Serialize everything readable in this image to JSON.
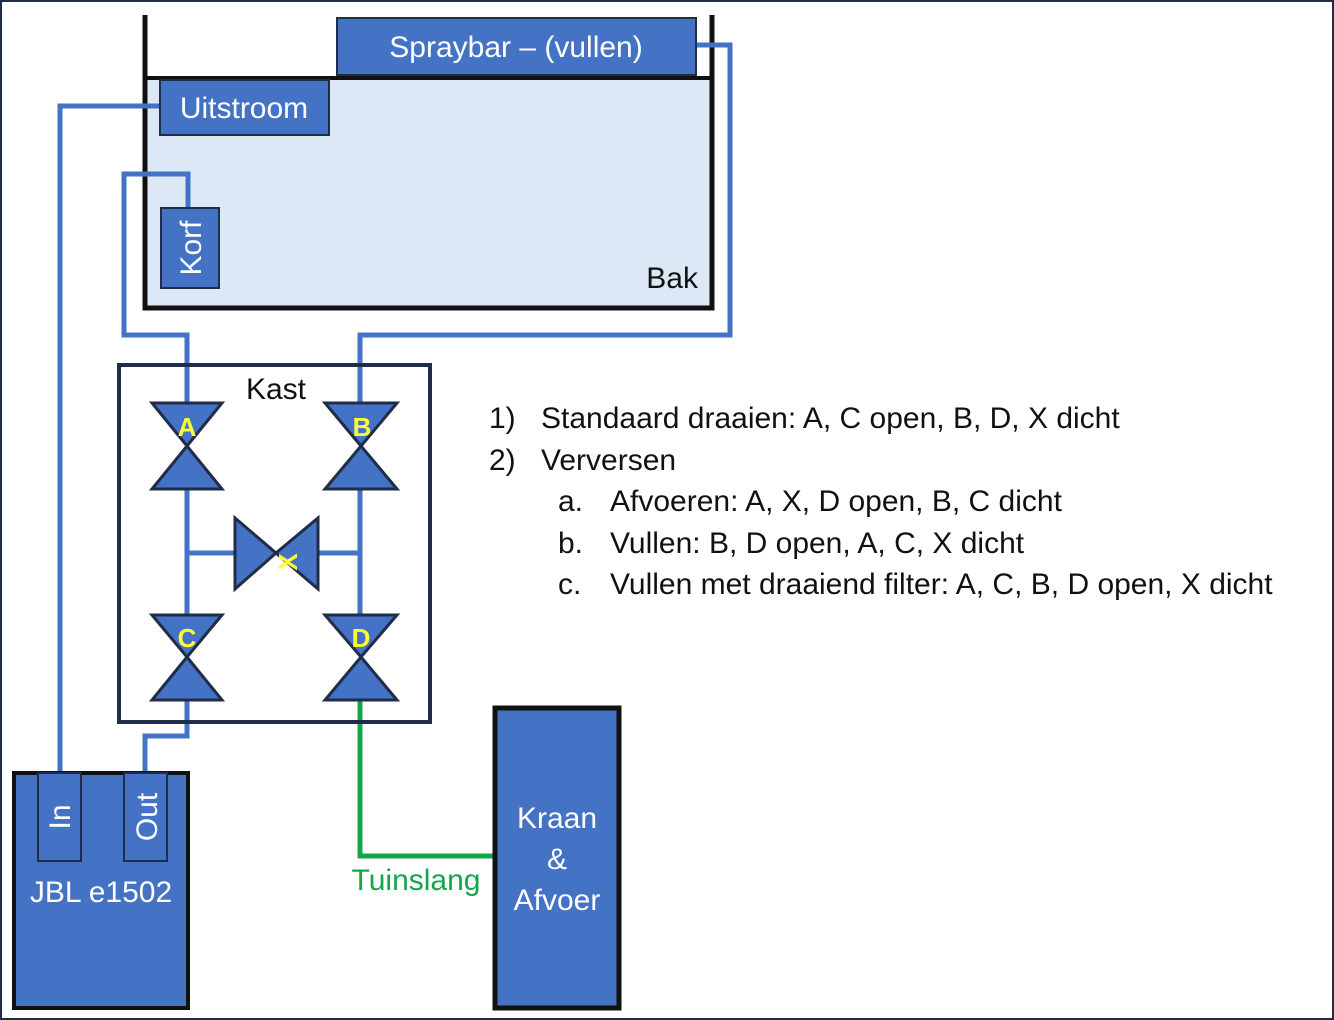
{
  "colors": {
    "pipe": "#4472c4",
    "hose": "#12a84a",
    "box_fill": "#4472c4",
    "tank_fill": "#dce8f5",
    "outline": "#1f2d4a",
    "valve_letter": "#ffff33"
  },
  "labels": {
    "spraybar": "Spraybar – (vullen)",
    "uitstroom": "Uitstroom",
    "korf": "Korf",
    "bak": "Bak",
    "kast": "Kast",
    "filter_in": "In",
    "filter_out": "Out",
    "filter_name": "JBL e1502",
    "hose": "Tuinslang",
    "tap_line1": "Kraan",
    "tap_line2": "&",
    "tap_line3": "Afvoer"
  },
  "valves": {
    "a": "A",
    "b": "B",
    "c": "C",
    "d": "D",
    "x": "X"
  },
  "legend": [
    {
      "marker": "1)",
      "text": "Standaard draaien: A, C open, B, D, X dicht"
    },
    {
      "marker": "2)",
      "text": "Verversen"
    },
    {
      "marker": "a.",
      "text": "Afvoeren: A, X, D open, B, C dicht"
    },
    {
      "marker": "b.",
      "text": "Vullen: B, D open, A, C, X dicht"
    },
    {
      "marker": "c.",
      "text": "Vullen met draaiend filter: A, C, B, D open, X dicht"
    }
  ]
}
